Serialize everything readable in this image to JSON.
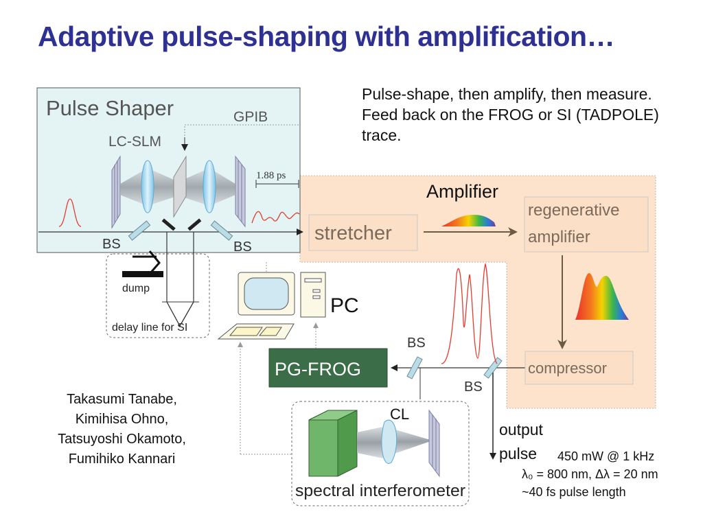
{
  "slide": {
    "title": "Adaptive pulse-shaping with amplification…",
    "description": "Pulse-shape, then amplify, then measure.  Feed back on the FROG or SI (TADPOLE) trace.",
    "authors": [
      "Takasumi Tanabe,",
      "Kimihisa Ohno,",
      "Tatsuyoshi Okamoto,",
      "Fumihiko Kannari"
    ],
    "specs": {
      "power": "450 mW @ 1 kHz",
      "wavelength": "λ₀ = 800 nm, Δλ = 20 nm",
      "pulse_length": "~40 fs pulse length"
    }
  },
  "diagram": {
    "pulse_shaper": {
      "title": "Pulse Shaper",
      "gpib": "GPIB",
      "lc_slm": "LC-SLM",
      "delay": "1.88 ps",
      "bs_left": "BS",
      "bs_right": "BS"
    },
    "delay_line": {
      "dump": "dump",
      "label": "delay line for SI"
    },
    "pc": "PC",
    "amplifier": {
      "title": "Amplifier",
      "stretcher": "stretcher",
      "regen_line1": "regenerative",
      "regen_line2": "amplifier",
      "compressor": "compressor"
    },
    "pg_frog": "PG-FROG",
    "bs_frog": "BS",
    "bs_output": "BS",
    "output_line1": "output",
    "output_line2": "pulse",
    "spectral_interferometer": {
      "label": "spectral interferometer",
      "cl": "CL"
    }
  },
  "colors": {
    "title": "#2e3192",
    "shaper_bg": "#e4f3f3",
    "amplifier_bg": "#fde3cc",
    "pgfrog_bg": "#3a6d48",
    "pulse_red": "#e63a2e"
  }
}
